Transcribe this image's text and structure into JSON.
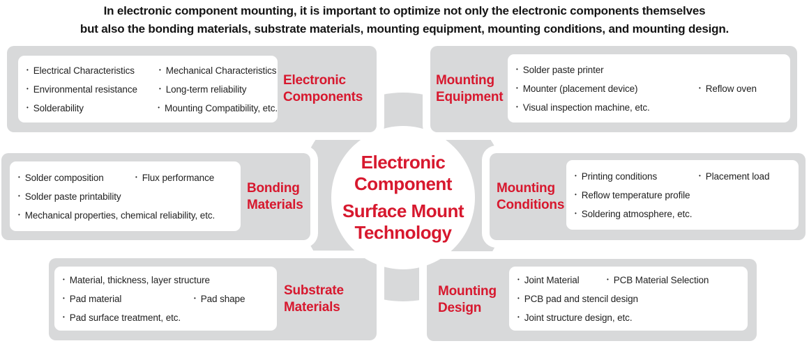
{
  "header": {
    "line1": "In electronic component mounting, it is important to optimize not only the electronic components themselves",
    "line2": "but also the bonding materials, substrate materials, mounting equipment, mounting conditions, and mounting design."
  },
  "center_circle": {
    "title1": [
      "Electronic",
      "Component"
    ],
    "title2": [
      "Surface Mount",
      "Technology"
    ]
  },
  "bullet_glyph": "•",
  "colors": {
    "accent_red": "#d7182e",
    "block_gray": "#d8d9da",
    "text_dark": "#1f1f1f"
  },
  "blocks": {
    "electronic_components": {
      "label": [
        "Electronic",
        "Components"
      ],
      "rows": [
        [
          "Electrical Characteristics",
          "Mechanical Characteristics"
        ],
        [
          "Environmental resistance",
          "Long-term reliability"
        ],
        [
          "Solderability",
          "Mounting Compatibility, etc."
        ]
      ]
    },
    "mounting_equipment": {
      "label": [
        "Mounting",
        "Equipment"
      ],
      "rows": [
        [
          "Solder paste printer"
        ],
        [
          "Mounter (placement device)",
          "Reflow oven"
        ],
        [
          "Visual inspection machine, etc."
        ]
      ]
    },
    "bonding_materials": {
      "label": [
        "Bonding",
        "Materials"
      ],
      "rows": [
        [
          "Solder composition",
          "Flux performance"
        ],
        [
          "Solder paste printability"
        ],
        [
          "Mechanical properties, chemical reliability, etc."
        ]
      ]
    },
    "mounting_conditions": {
      "label": [
        "Mounting",
        "Conditions"
      ],
      "rows": [
        [
          "Printing conditions",
          "Placement load"
        ],
        [
          "Reflow temperature profile"
        ],
        [
          "Soldering atmosphere, etc."
        ]
      ]
    },
    "substrate_materials": {
      "label": [
        "Substrate",
        "Materials"
      ],
      "rows": [
        [
          "Material, thickness, layer structure"
        ],
        [
          "Pad material",
          "Pad shape"
        ],
        [
          "Pad surface treatment, etc."
        ]
      ]
    },
    "mounting_design": {
      "label": [
        "Mounting",
        "Design"
      ],
      "rows": [
        [
          "Joint Material",
          "PCB Material Selection"
        ],
        [
          "PCB pad and stencil design"
        ],
        [
          "Joint structure design, etc."
        ]
      ]
    }
  }
}
